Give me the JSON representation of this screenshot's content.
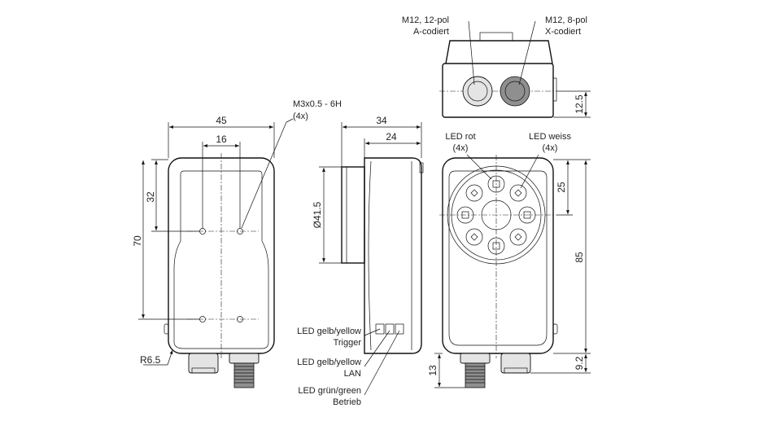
{
  "dimensions": {
    "width_45": "45",
    "width_16": "16",
    "height_32": "32",
    "height_70": "70",
    "radius": "R6.5",
    "depth_34": "34",
    "depth_24": "24",
    "diameter": "Ø41.5",
    "height_25": "25",
    "height_85": "85",
    "height_9_2": "9.2",
    "height_13": "13",
    "height_12_5": "12.5"
  },
  "callouts": {
    "thread_line1": "M3x0.5 - 6H",
    "thread_line2": "(4x)",
    "conn_a_line1": "M12, 12-pol",
    "conn_a_line2": "A-codiert",
    "conn_x_line1": "M12, 8-pol",
    "conn_x_line2": "X-codiert",
    "led_red_line1": "LED rot",
    "led_red_line2": "(4x)",
    "led_white_line1": "LED weiss",
    "led_white_line2": "(4x)",
    "led_trigger_line1": "LED gelb/yellow",
    "led_trigger_line2": "Trigger",
    "led_lan_line1": "LED gelb/yellow",
    "led_lan_line2": "LAN",
    "led_run_line1": "LED grün/green",
    "led_run_line2": "Betrieb"
  }
}
